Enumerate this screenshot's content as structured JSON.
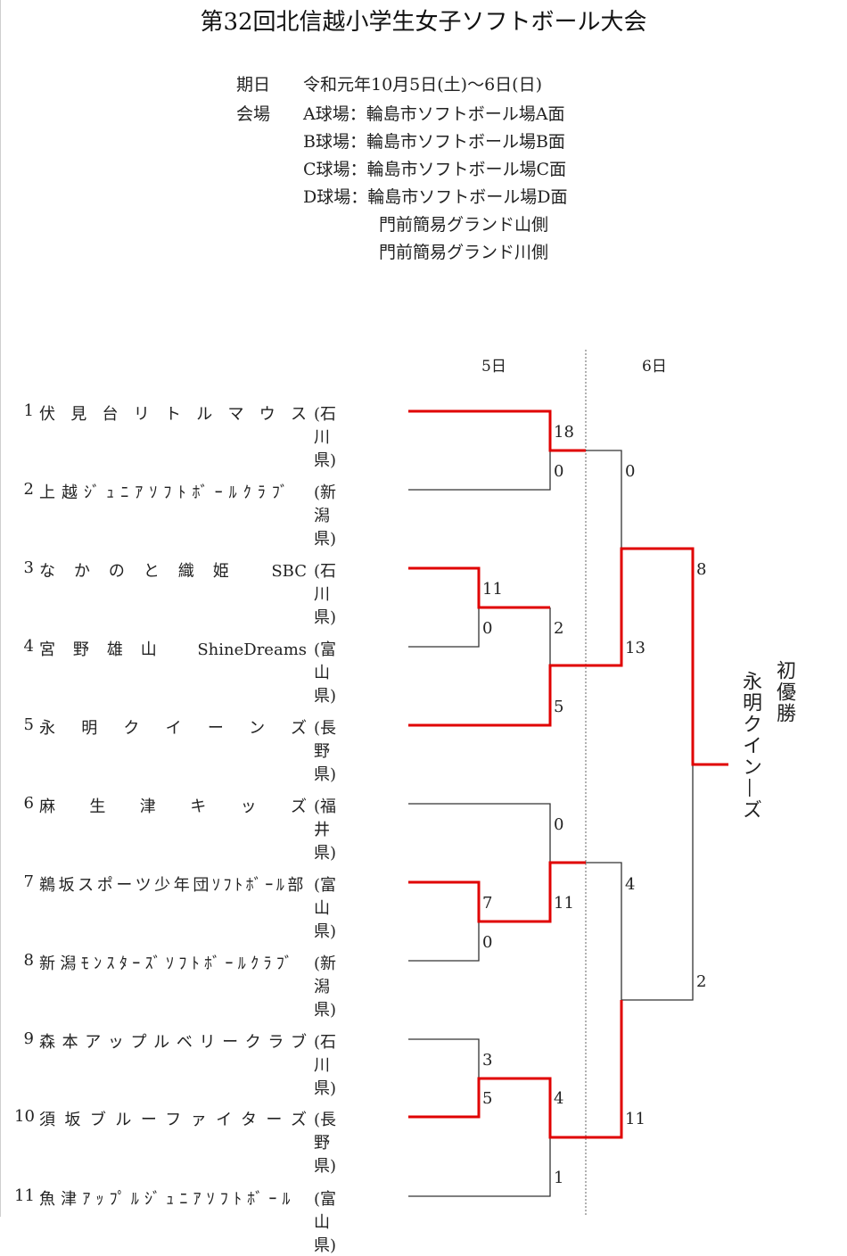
{
  "title": "第32回北信越小学生女子ソフトボール大会",
  "info": {
    "date_label": "期日",
    "date_value": "令和元年10月5日(土)～6日(日)",
    "venue_label": "会場",
    "venues": [
      "A球場：輪島市ソフトボール場A面",
      "B球場：輪島市ソフトボール場B面",
      "C球場：輪島市ソフトボール場C面",
      "D球場：輪島市ソフトボール場D面",
      "門前簡易グランド山側",
      "門前簡易グランド川側"
    ]
  },
  "days": {
    "day1": "5日",
    "day2": "6日"
  },
  "teams": [
    {
      "num": "1",
      "name": "伏見台リトルマウス",
      "pref": "(石川県)"
    },
    {
      "num": "2",
      "name": "上越ｼﾞｭﾆｱｿﾌﾄﾎﾞｰﾙｸﾗﾌﾞ",
      "pref": "(新潟県)"
    },
    {
      "num": "3",
      "name": "なかのと織姫 SBC",
      "pref": "(石川県)"
    },
    {
      "num": "4",
      "name": "宮野雄山 ShineDreams",
      "pref": "(富山県)"
    },
    {
      "num": "5",
      "name": "永明クイーンズ",
      "pref": "(長野県)"
    },
    {
      "num": "6",
      "name": "麻生津キッズ",
      "pref": "(福井県)"
    },
    {
      "num": "7",
      "name": "鵜坂スポーツ少年団ｿﾌﾄﾎﾞｰﾙ部",
      "pref": "(富山県)"
    },
    {
      "num": "8",
      "name": "新潟ﾓﾝｽﾀｰｽﾞｿﾌﾄﾎﾞｰﾙｸﾗﾌﾞ",
      "pref": "(新潟県)"
    },
    {
      "num": "9",
      "name": "森本アップルベリークラブ",
      "pref": "(石川県)"
    },
    {
      "num": "10",
      "name": "須坂ブルーファイターズ",
      "pref": "(長野県)"
    },
    {
      "num": "11",
      "name": "魚津ｱｯﾌﾟﾙｼﾞｭﾆｱｿﾌﾄﾎﾞｰﾙ",
      "pref": "(富山県)"
    }
  ],
  "scores": {
    "g1_t1": "18",
    "g1_t2": "0",
    "g2_t3": "11",
    "g2_t4": "0",
    "g3_w2": "2",
    "g3_t5": "5",
    "g4_t7": "7",
    "g4_t8": "0",
    "g5_t6": "0",
    "g5_w4": "11",
    "g6_t9": "3",
    "g6_t10": "5",
    "g7_w6": "4",
    "g7_t11": "1",
    "sf1_w1": "0",
    "sf1_w3": "13",
    "sf2_w5": "4",
    "sf2_w7": "11",
    "f_top": "8",
    "f_bottom": "2"
  },
  "champion": {
    "label": "初優勝",
    "name": "永明クイン—ズ"
  },
  "colors": {
    "win_line": "#e00000",
    "lose_line": "#333333"
  }
}
